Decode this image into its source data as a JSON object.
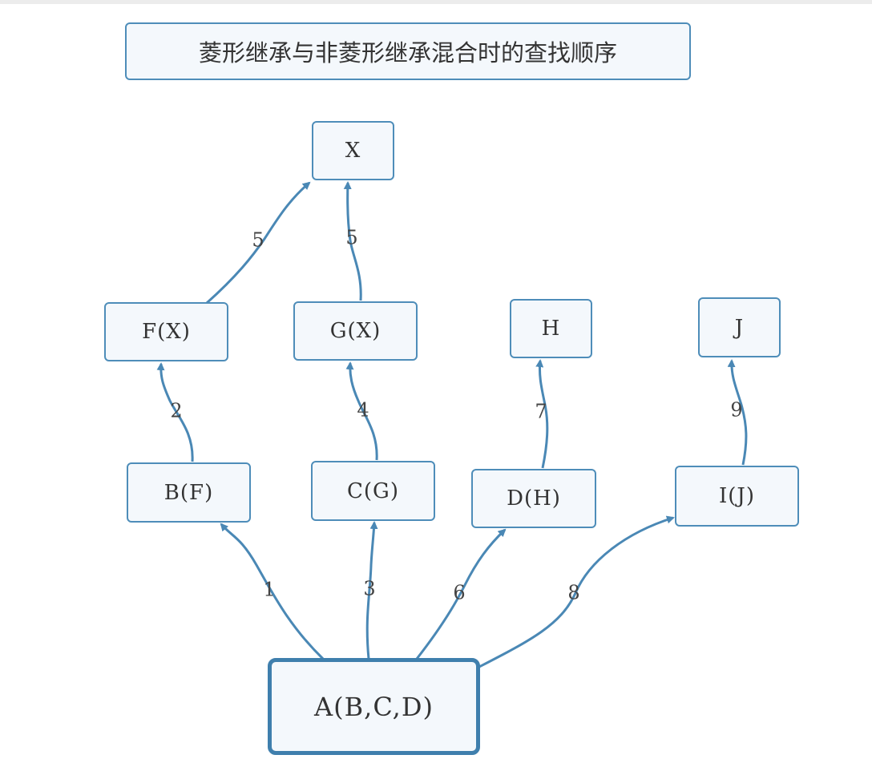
{
  "title": "菱形继承与非菱形继承混合时的查找顺序",
  "nodes": {
    "x": "X",
    "fx": "F(X)",
    "gx": "G(X)",
    "h": "H",
    "j": "J",
    "bf": "B(F)",
    "cg": "C(G)",
    "dh": "D(H)",
    "ij": "I(J)",
    "root": "A(B,C,D)"
  },
  "edges": {
    "a_b": "1",
    "b_f": "2",
    "a_c": "3",
    "c_g": "4",
    "f_x": "5",
    "g_x": "5",
    "a_d": "6",
    "d_h": "7",
    "a_i": "8",
    "i_j": "9"
  },
  "colors": {
    "border": "#4e8db9",
    "fill": "#f4f8fc",
    "arrow": "#4a88b5"
  }
}
